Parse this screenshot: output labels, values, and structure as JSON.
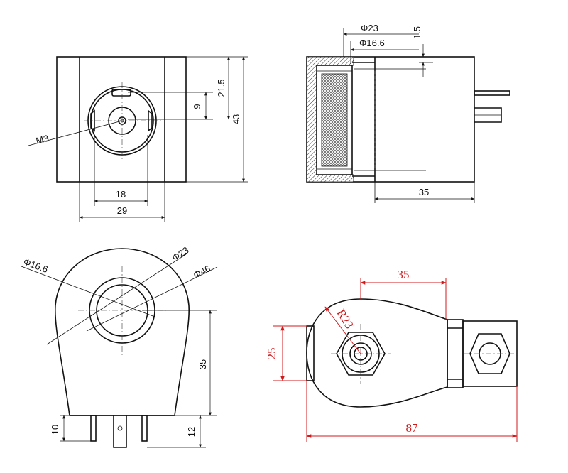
{
  "views": {
    "front": {
      "dims": {
        "total_height": "43",
        "top_offset": "21.5",
        "mid_offset": "9",
        "width_inner": "18",
        "width_outer": "29",
        "thread": "M3"
      }
    },
    "section": {
      "dims": {
        "outer_dia": "Φ23",
        "inner_dia": "Φ16.6",
        "lip": "1.5",
        "length": "35"
      }
    },
    "bottom": {
      "dims": {
        "dia_small": "Φ16.6",
        "dia_mid": "Φ23",
        "dia_large": "Φ46",
        "height": "35",
        "pin_left": "10",
        "pin_right": "12"
      }
    },
    "plan": {
      "dims": {
        "top_span": "35",
        "radius": "R23",
        "height": "25",
        "total_length": "87"
      }
    }
  },
  "colors": {
    "line": "#111111",
    "accent": "#d0191b"
  }
}
